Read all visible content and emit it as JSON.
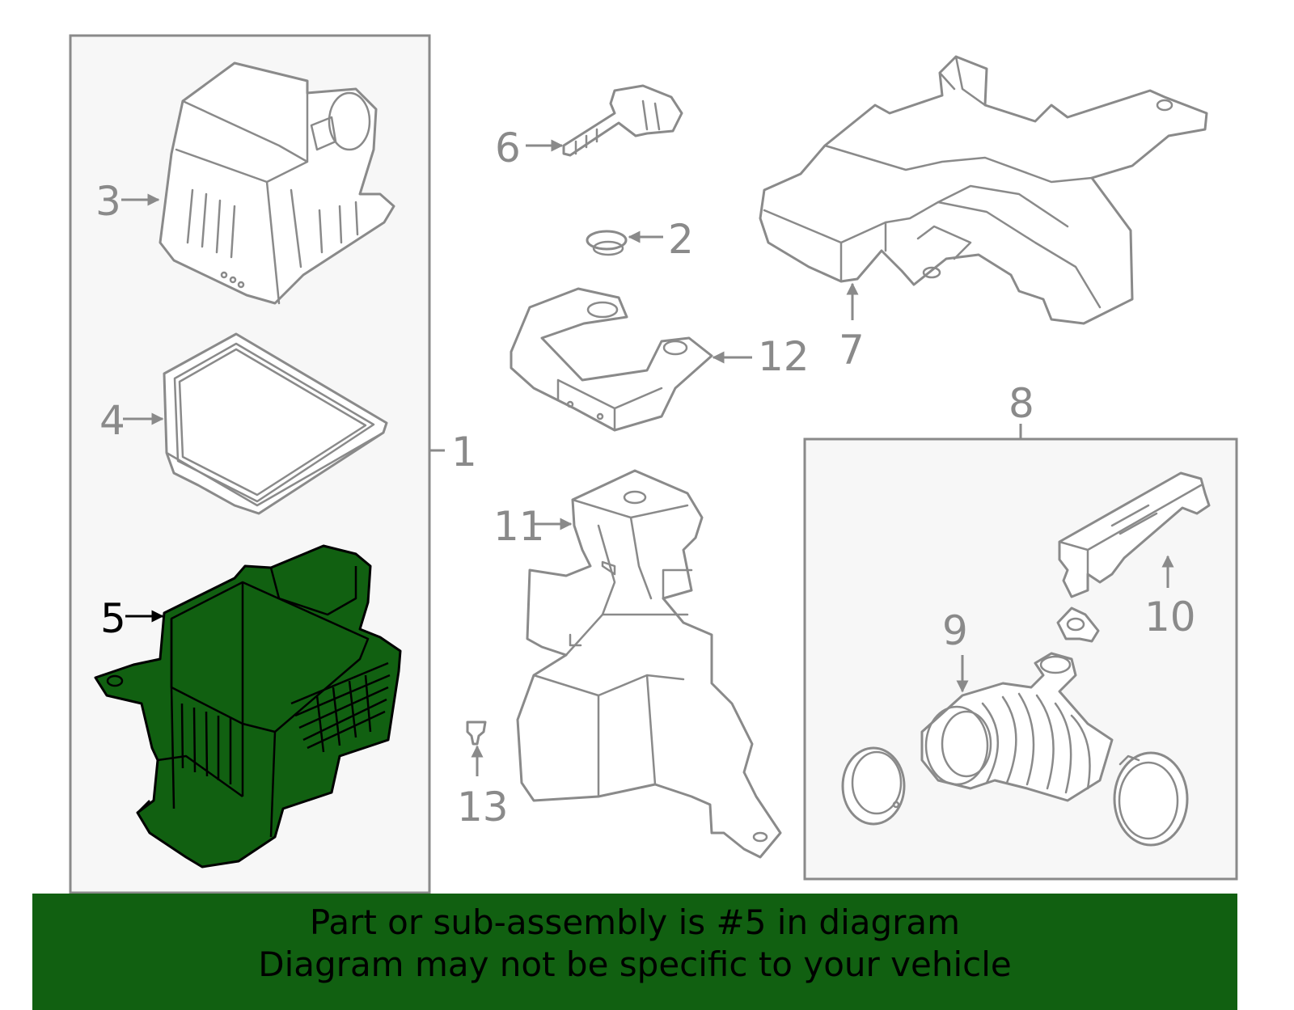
{
  "callouts": {
    "c1": "1",
    "c2": "2",
    "c3": "3",
    "c4": "4",
    "c5": "5",
    "c6": "6",
    "c7": "7",
    "c8": "8",
    "c9": "9",
    "c10": "10",
    "c11": "11",
    "c12": "12",
    "c13": "13"
  },
  "highlighted_part": "5",
  "banner": {
    "line1": "Part or sub-assembly is #5 in diagram",
    "line2": "Diagram may not be specific to your vehicle"
  },
  "colors": {
    "highlight": "#116011",
    "line": "#8a8a8a",
    "box_fill": "#f7f7f7",
    "banner_bg": "#116011"
  }
}
